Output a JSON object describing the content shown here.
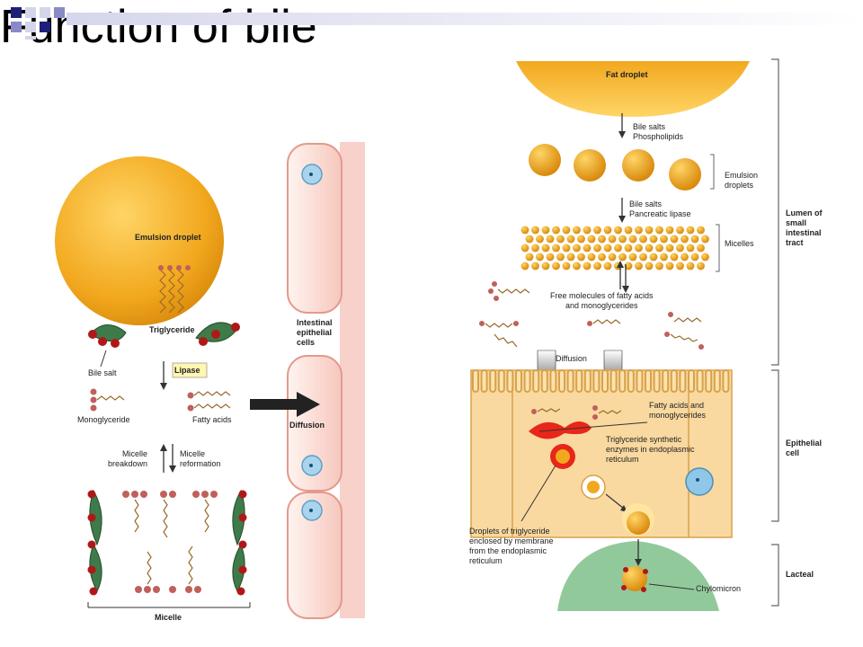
{
  "slide": {
    "title": "Function of bile",
    "accent_colors": {
      "dark_blue": "#1f1f7a",
      "light_blue": "#8a8ac8",
      "pale": "#d4d4ea"
    }
  },
  "left_diagram": {
    "emulsion_droplet": "Emulsion droplet",
    "triglyceride": "Triglyceride",
    "bile_salt": "Bile salt",
    "lipase": "Lipase",
    "monoglyceride": "Monoglyceride",
    "fatty_acids": "Fatty acids",
    "diffusion": "Diffusion",
    "intestinal_epithelial_cells": "Intestinal\nepithelial\ncells",
    "micelle_breakdown": "Micelle\nbreakdown",
    "micelle_reformation": "Micelle\nreformation",
    "micelle": "Micelle"
  },
  "right_diagram": {
    "fat_droplet": "Fat droplet",
    "bile_salts_phospholipids": "Bile salts\nPhospholipids",
    "emulsion_droplets": "Emulsion\ndroplets",
    "bile_salts_pancreatic_lipase": "Bile salts\nPancreatic lipase",
    "micelles": "Micelles",
    "free_molecules": "Free molecules of fatty acids\nand monoglycerides",
    "diffusion": "Diffusion",
    "fatty_acids_monoglycerides": "Fatty acids and\nmonoglycerides",
    "triglyceride_synthetic": "Triglyceride synthetic\nenzymes in endoplasmic\nreticulum",
    "droplets_of_triglyceride": "Droplets of triglyceride\nenclosed by membrane\nfrom the endoplasmic\nreticulum",
    "chylomicron": "Chylomicron",
    "lumen": "Lumen of\nsmall\nintestinal\ntract",
    "epithelial_cell": "Epithelial\ncell",
    "lacteal": "Lacteal"
  }
}
